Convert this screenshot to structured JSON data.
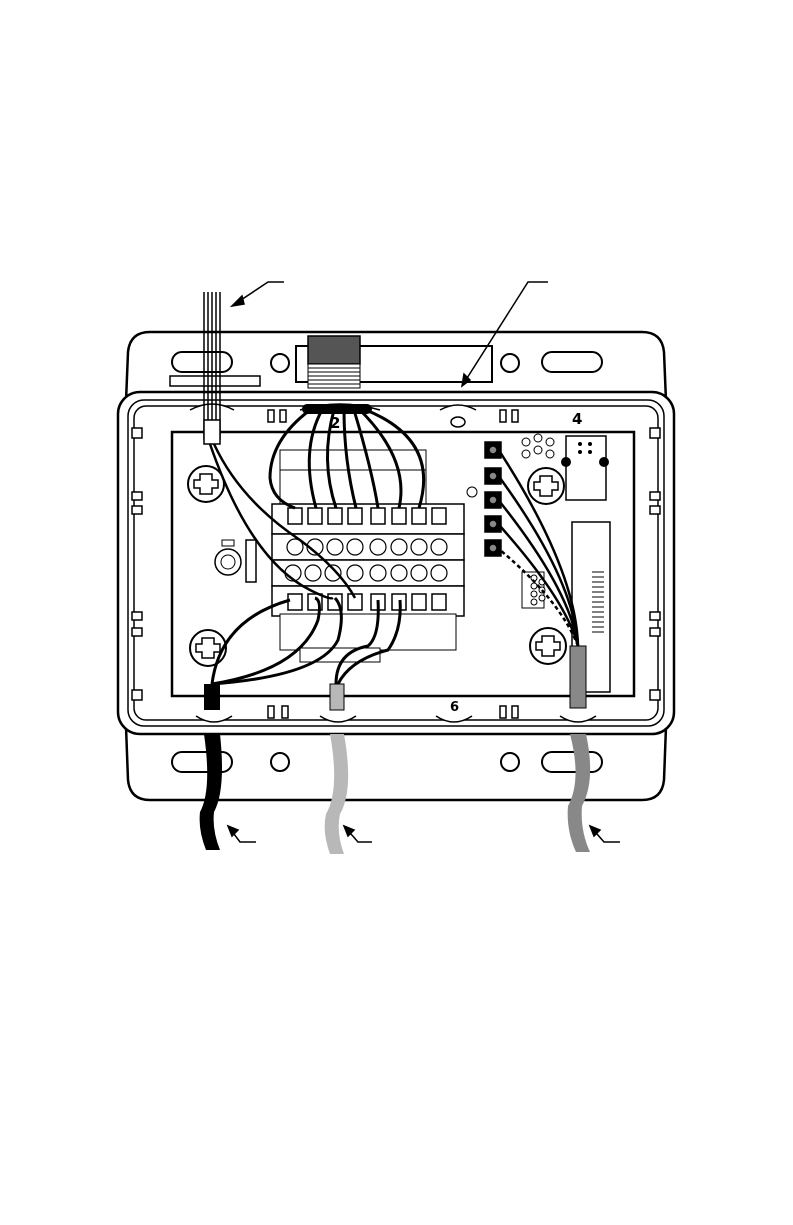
{
  "diagram": {
    "labels": {
      "top_center": "2",
      "top_right": "4",
      "bottom_center": "6"
    },
    "colors": {
      "line": "#000000",
      "background": "#ffffff",
      "cable_black": "#000000",
      "cable_light_gray": "#b8b8b8",
      "cable_gray": "#888888",
      "connector_dark": "#555555"
    },
    "terminal_count_top": 8,
    "terminal_count_bottom": 8,
    "relay_terminals": 5
  }
}
